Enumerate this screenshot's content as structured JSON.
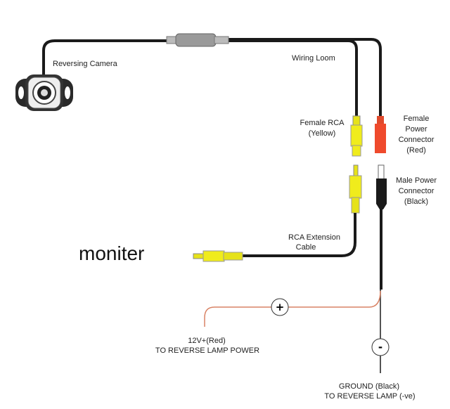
{
  "labels": {
    "camera": "Reversing Camera",
    "loom": "Wiring Loom",
    "female_rca": [
      "Female RCA",
      "(Yellow)"
    ],
    "female_power": [
      "Female",
      "Power",
      "Connector",
      "(Red)"
    ],
    "male_power": [
      "Male Power",
      "Connector",
      "(Black)"
    ],
    "rca_extension": [
      "RCA Extension",
      "Cable"
    ],
    "monitor": "moniter",
    "power_wire": [
      "12V+(Red)",
      "TO REVERSE LAMP POWER"
    ],
    "ground_wire": [
      "GROUND (Black)",
      "TO REVERSE LAMP (-ve)"
    ],
    "plus_symbol": "+",
    "minus_symbol": "-"
  },
  "colors": {
    "cable": "#1a1a1a",
    "rca_yellow": "#f0ec1c",
    "power_red": "#ef4a2c",
    "red_wire": "#d98466",
    "loom_gray": "#9a9a9a"
  }
}
